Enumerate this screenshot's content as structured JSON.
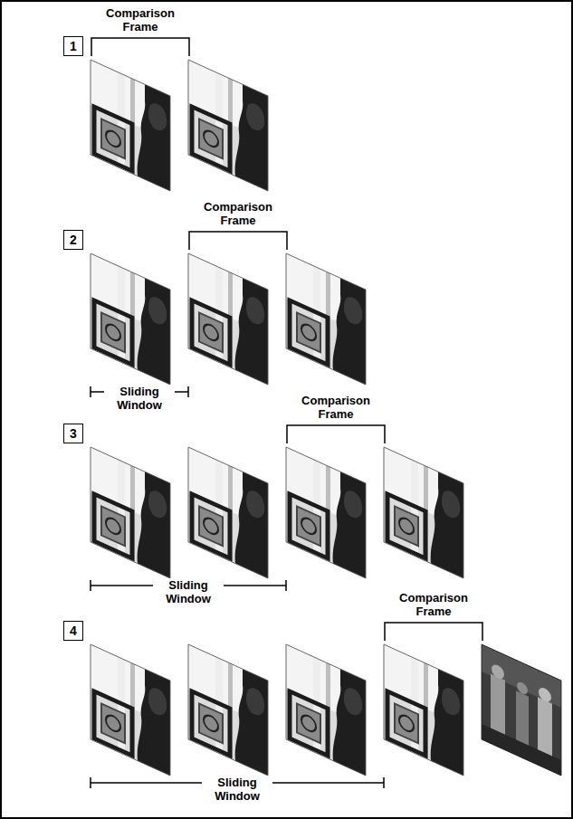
{
  "diagram": {
    "nodes": [
      {
        "text": [
          "1"
        ]
      },
      {
        "text": [
          "2"
        ]
      },
      {
        "text": [
          "3"
        ]
      },
      {
        "text": [
          "4"
        ]
      }
    ],
    "labels": [
      "Comparison Frame",
      "Comparison Frame",
      "Sliding Window",
      "Comparison Frame",
      "Sliding Window",
      "Comparison Frame",
      "Sliding Window"
    ]
  }
}
